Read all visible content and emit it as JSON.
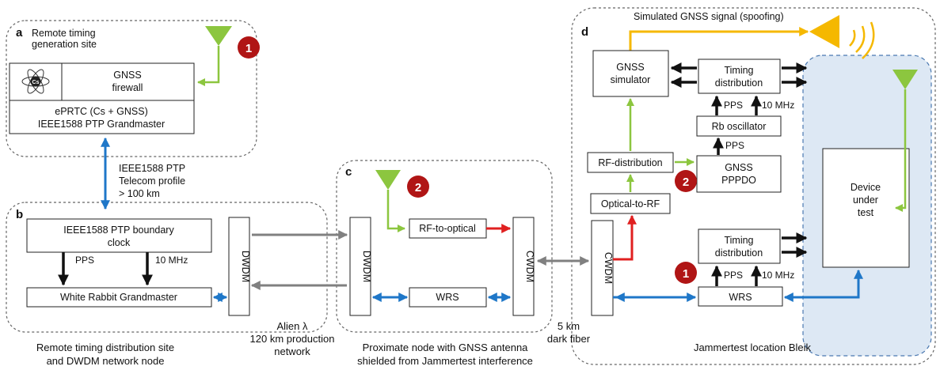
{
  "regions": {
    "a": {
      "letter": "a",
      "title_line1": "Remote timing",
      "title_line2": "generation site"
    },
    "b": {
      "letter": "b"
    },
    "c": {
      "letter": "c"
    },
    "d": {
      "letter": "d"
    }
  },
  "boxes": {
    "gnss_firewall_1": "GNSS",
    "gnss_firewall_2": "firewall",
    "cs_symbol": "Cs",
    "eprtc_1": "ePRTC (Cs + GNSS)",
    "eprtc_2": "IEEE1588 PTP Grandmaster",
    "boundary_1": "IEEE1588 PTP boundary",
    "boundary_2": "clock",
    "wr_grandmaster": "White Rabbit Grandmaster",
    "dwdm": "DWDM",
    "rf_to_optical": "RF-to-optical",
    "wrs": "WRS",
    "cwdm": "CWDM",
    "optical_to_rf": "Optical-to-RF",
    "rf_distribution": "RF-distribution",
    "gnss_simulator_1": "GNSS",
    "gnss_simulator_2": "simulator",
    "timing_distribution_1": "Timing",
    "timing_distribution_2": "distribution",
    "rb_oscillator": "Rb oscillator",
    "gnss_ppp_1": "GNSS",
    "gnss_ppp_2": "PPPDO",
    "dut_1": "Device",
    "dut_2": "under",
    "dut_3": "test"
  },
  "signals": {
    "pps": "PPS",
    "ten_mhz": "10 MHz",
    "ptp_1": "IEEE1588 PTP",
    "ptp_2": "Telecom profile",
    "ptp_3": "> 100 km",
    "spoofing": "Simulated GNSS signal (spoofing)"
  },
  "markers": {
    "one": "1",
    "two": "2"
  },
  "captions": {
    "b_1": "Remote timing distribution site",
    "b_2": "and DWDM network node",
    "alien_1": "Alien λ",
    "alien_2": "120 km production",
    "alien_3": "network",
    "c_1": "Proximate node with GNSS antenna",
    "c_2": "shielded from Jammertest interference",
    "fiber_1": "5 km",
    "fiber_2": "dark fiber",
    "d_1": "Jammertest location Bleik"
  },
  "colors": {
    "ptp_link": "#1f77c8",
    "rf_signal": "#8cc63f",
    "optical_signal": "#e02020",
    "fiber_link": "#808080",
    "spoofing_signal": "#f5b800",
    "marker": "#b01515",
    "dut_area": "#dde8f4"
  }
}
